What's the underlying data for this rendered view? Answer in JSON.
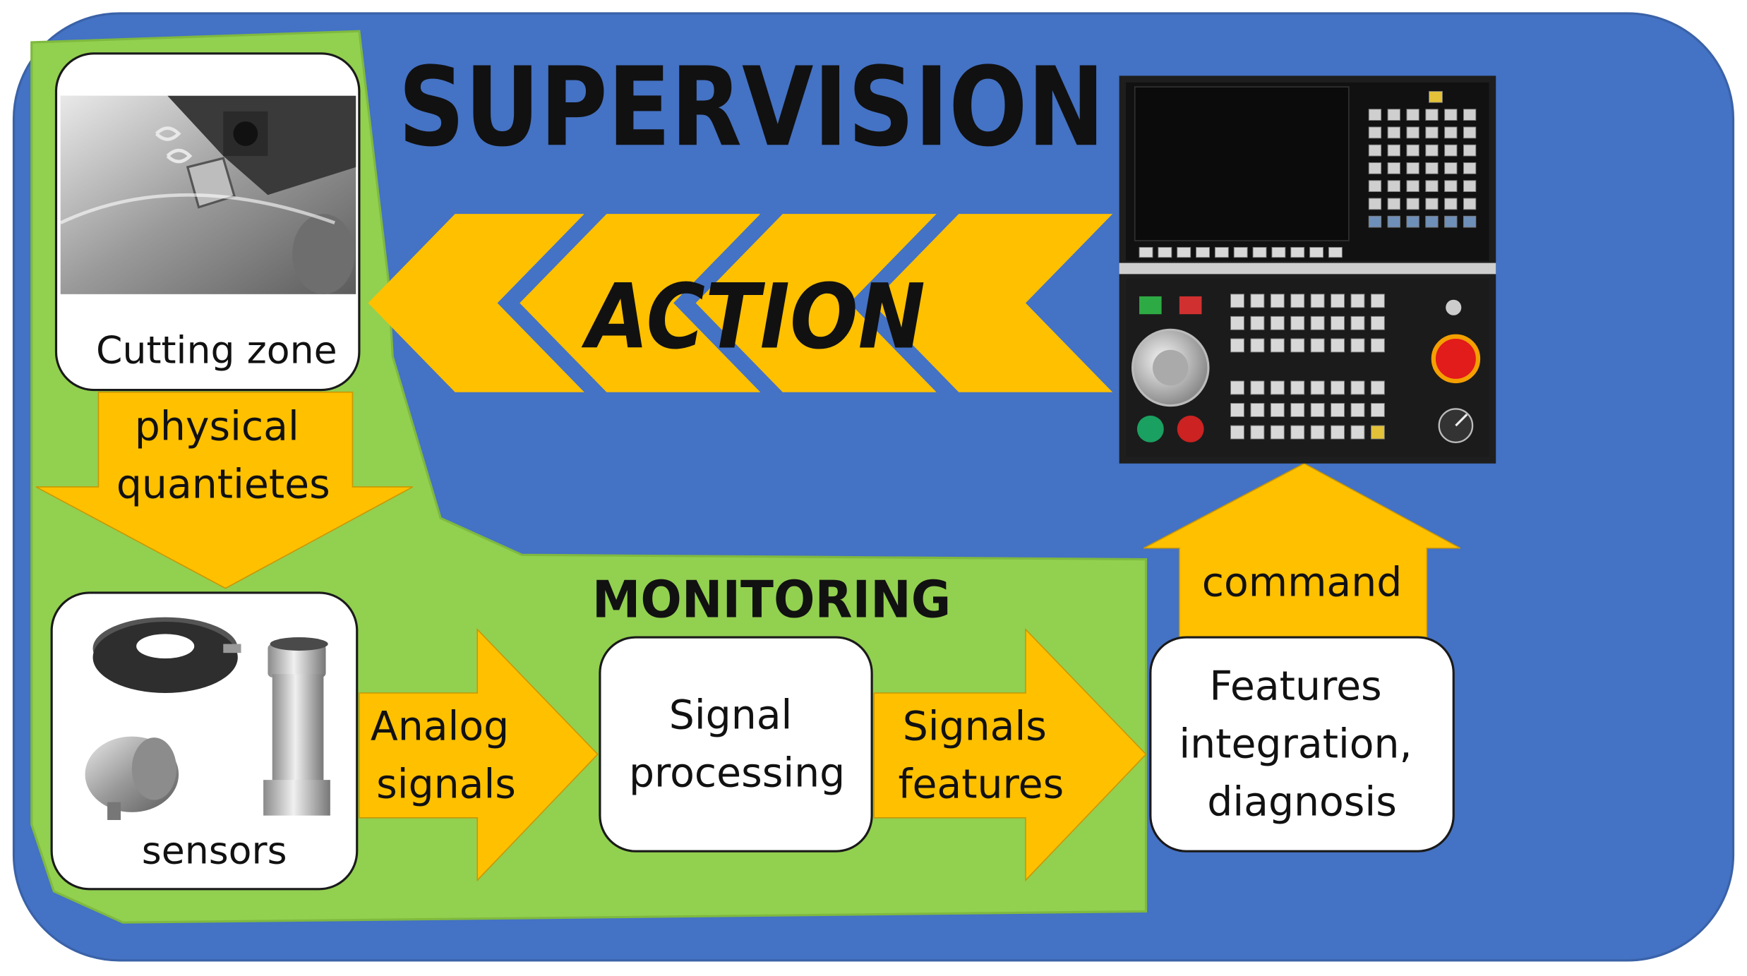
{
  "title": "SUPERVISION",
  "action_label": "ACTION",
  "monitoring_label": "MONITORING",
  "cutting_zone_label": "Cutting zone",
  "physical_label": [
    "physical",
    "quantietes"
  ],
  "sensors_label": "sensors",
  "analog_label": [
    "Analog",
    "signals"
  ],
  "signal_processing_label": [
    "Signal",
    "processing"
  ],
  "signals_features_label": [
    "Signals",
    "features"
  ],
  "features_label": [
    "Features",
    "integration,",
    "diagnosis"
  ],
  "command_label": "command",
  "colors": {
    "background": "#4472C4",
    "monitoring_area": "#92D050",
    "arrow": "#FFC000",
    "box": "#FFFFFF",
    "text": "#111111",
    "cnc_panel": "#1E1E1E"
  }
}
